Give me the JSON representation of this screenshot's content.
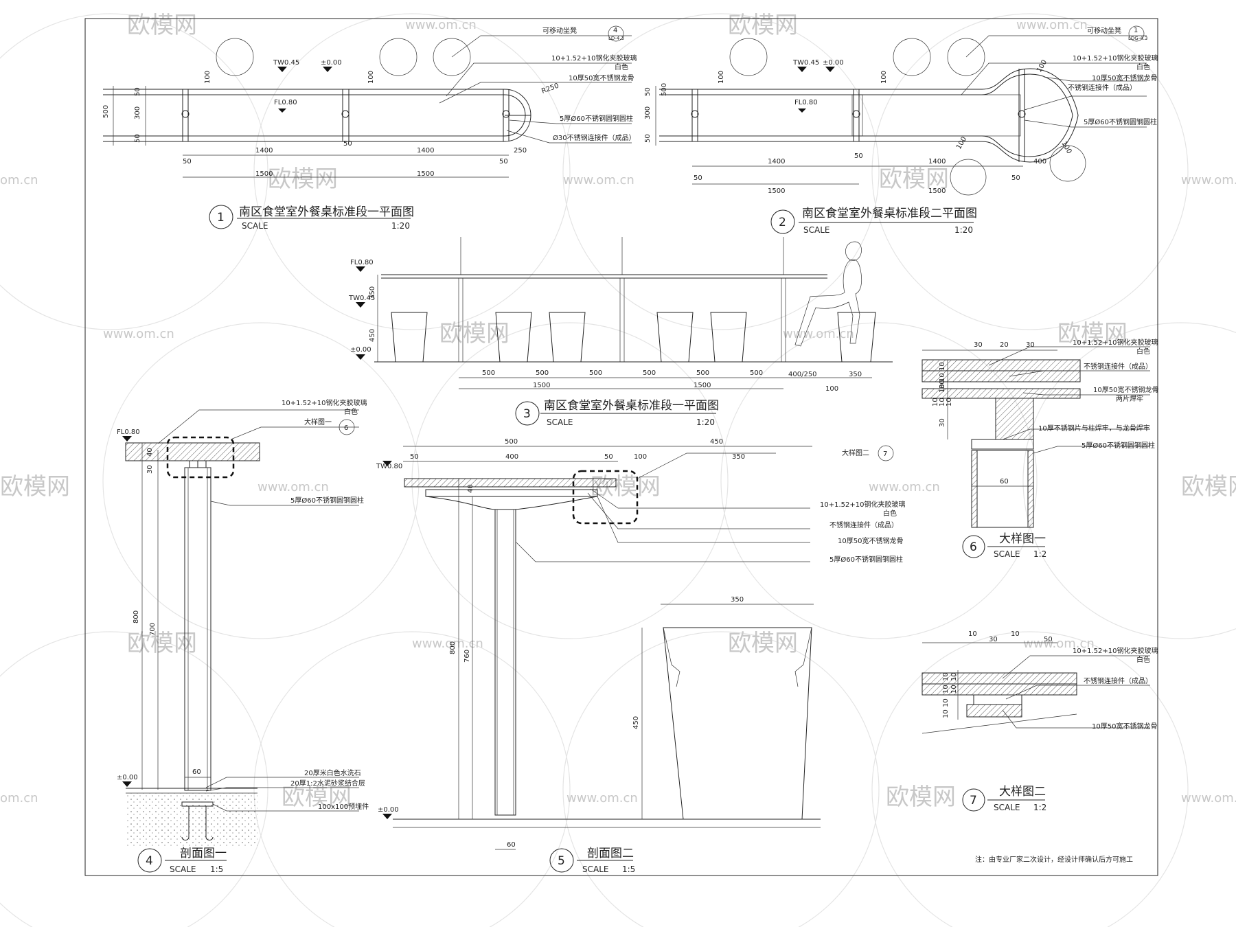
{
  "watermarks": {
    "brand": "欧模网",
    "site": "www.om.cn",
    "site_partial": "om.cn"
  },
  "plan1": {
    "num": "1",
    "title": "南区食堂室外餐桌标准段一平面图",
    "scale_label": "SCALE",
    "scale": "1:20",
    "notes": {
      "stool": "可移动坐凳",
      "stool_ref_num": "4",
      "stool_ref_sheet": "LD-4.3",
      "glass": "10+1.52+10钢化夹胶玻璃",
      "white": "白色",
      "keel": "10厚50宽不锈钢龙骨",
      "column": "5厚Ø60不锈钢圆钢圆柱",
      "connector": "Ø30不锈钢连接件（成品）"
    },
    "levels": {
      "two": "TW0.45",
      "zero": "±0.00",
      "fl": "FL0.80"
    },
    "dims": {
      "d100a": "100",
      "d100b": "100",
      "d500": "500",
      "d50a": "50",
      "d300": "300",
      "d50b": "50",
      "w1400a": "1400",
      "w1400b": "1400",
      "w250": "250",
      "w50a": "50",
      "w50b": "50",
      "w50c": "50",
      "w1500a": "1500",
      "w1500b": "1500",
      "r250": "R250"
    }
  },
  "plan2": {
    "num": "2",
    "title": "南区食堂室外餐桌标准段二平面图",
    "scale_label": "SCALE",
    "scale": "1:20",
    "notes": {
      "stool": "可移动坐凳",
      "stool_ref_num": "1",
      "stool_ref_sheet": "LDG-4.3",
      "glass": "10+1.52+10钢化夹胶玻璃",
      "white": "白色",
      "keel": "10厚50宽不锈钢龙骨",
      "connector": "不锈钢连接件（成品）",
      "column": "5厚Ø60不锈钢圆钢圆柱"
    },
    "levels": {
      "two": "TW0.45",
      "zero": "±0.00",
      "fl": "FL0.80"
    },
    "dims": {
      "d100a": "100",
      "d100b": "100",
      "d500": "500",
      "d50a": "50",
      "d300": "300",
      "d50b": "50",
      "w1400a": "1400",
      "w1400b": "1400",
      "w400": "400",
      "w50a": "50",
      "w50b": "50",
      "w50c": "50",
      "w1500a": "1500",
      "w1500b": "1500",
      "d100c": "100",
      "d100d": "100",
      "d100e": "100"
    }
  },
  "elev3": {
    "num": "3",
    "title": "南区食堂室外餐桌标准段一平面图",
    "scale_label": "SCALE",
    "scale": "1:20",
    "levels": {
      "fl": "FL0.80",
      "two": "TW0.45",
      "zero": "±0.00"
    },
    "dims": {
      "h350": "350",
      "h450": "450",
      "s1": "500",
      "s2": "500",
      "s3": "500",
      "s4": "500",
      "s5": "500",
      "s6": "500",
      "t1": "1500",
      "t2": "1500",
      "e1": "400/250",
      "e2": "350",
      "e3": "100"
    }
  },
  "section4": {
    "num": "4",
    "title": "剖面图一",
    "scale_label": "SCALE",
    "scale": "1:5",
    "levels": {
      "fl": "FL0.80",
      "zero": "±0.00"
    },
    "notes": {
      "glass": "10+1.52+10钢化夹胶玻璃",
      "white": "白色",
      "detail": "大样图一",
      "detail_num": "6",
      "column": "5厚Ø60不锈钢圆钢圆柱",
      "terrazzo": "20厚米白色水洗石",
      "mortar": "20厚1:2水泥砂浆结合层",
      "embed": "100x100预埋件"
    },
    "dims": {
      "d40": "40",
      "d30": "30",
      "d800": "800",
      "d700": "700",
      "d60": "60"
    }
  },
  "section5": {
    "num": "5",
    "title": "剖面图二",
    "scale_label": "SCALE",
    "scale": "1:5",
    "levels": {
      "two": "TW0.80",
      "zero": "±0.00"
    },
    "notes": {
      "detail": "大样图二",
      "detail_num": "7",
      "glass": "10+1.52+10钢化夹胶玻璃",
      "white": "白色",
      "connector": "不锈钢连接件（成品）",
      "keel": "10厚50宽不锈钢龙骨",
      "column": "5厚Ø60不锈钢圆钢圆柱"
    },
    "dims": {
      "w500": "500",
      "w450": "450",
      "w50a": "50",
      "w400": "400",
      "w50b": "50",
      "w100": "100",
      "w350": "350",
      "d40": "40",
      "h800": "800",
      "h760": "760",
      "h450": "450",
      "w350b": "350",
      "w60": "60"
    }
  },
  "detail6": {
    "num": "6",
    "title": "大样图一",
    "scale_label": "SCALE",
    "scale": "1:2",
    "notes": {
      "glass": "10+1.52+10钢化夹胶玻璃",
      "white": "白色",
      "connector": "不锈钢连接件（成品）",
      "keel": "10厚50宽不锈钢龙骨",
      "keel2": "两片焊牢",
      "plate": "10厚不锈钢片与柱焊牢，与龙骨焊牢",
      "column": "5厚Ø60不锈钢圆钢圆柱"
    },
    "dims": {
      "a30": "30",
      "a20": "20",
      "a30b": "30",
      "v10a": "10",
      "v10b": "10",
      "v10c": "10",
      "v30": "30",
      "v10d": "10",
      "v10e": "10",
      "v10f": "10",
      "v30b": "30",
      "w60": "60"
    }
  },
  "detail7": {
    "num": "7",
    "title": "大样图二",
    "scale_label": "SCALE",
    "scale": "1:2",
    "notes": {
      "glass": "10+1.52+10钢化夹胶玻璃",
      "white": "白色",
      "connector": "不锈钢连接件（成品）",
      "keel": "10厚50宽不锈钢龙骨"
    },
    "dims": {
      "a10": "10",
      "a30": "30",
      "a10b": "10",
      "a50": "50",
      "v10a": "10",
      "v10b": "10",
      "v10c": "10",
      "v10d": "10",
      "v10e": "10",
      "v10f": "10"
    }
  },
  "footnote": "注：由专业厂家二次设计，经设计师确认后方可施工"
}
